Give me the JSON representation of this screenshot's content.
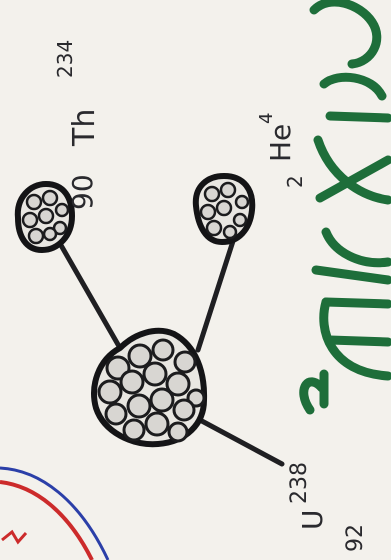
{
  "labels": {
    "parent_mass": "238",
    "parent_symbol": "U",
    "parent_atomic": "92",
    "thorium_atomic": "90",
    "thorium_symbol": "Th",
    "thorium_mass": "234",
    "helium_symbol": "He",
    "helium_mass": "4",
    "helium_atomic": "2"
  },
  "colors": {
    "ink": "#2a2a2e",
    "green_ink": "#1e6e3a",
    "stamp_red": "#cc2b2b",
    "stamp_blue": "#2b3fa8",
    "paper": "#f3f1ec"
  }
}
